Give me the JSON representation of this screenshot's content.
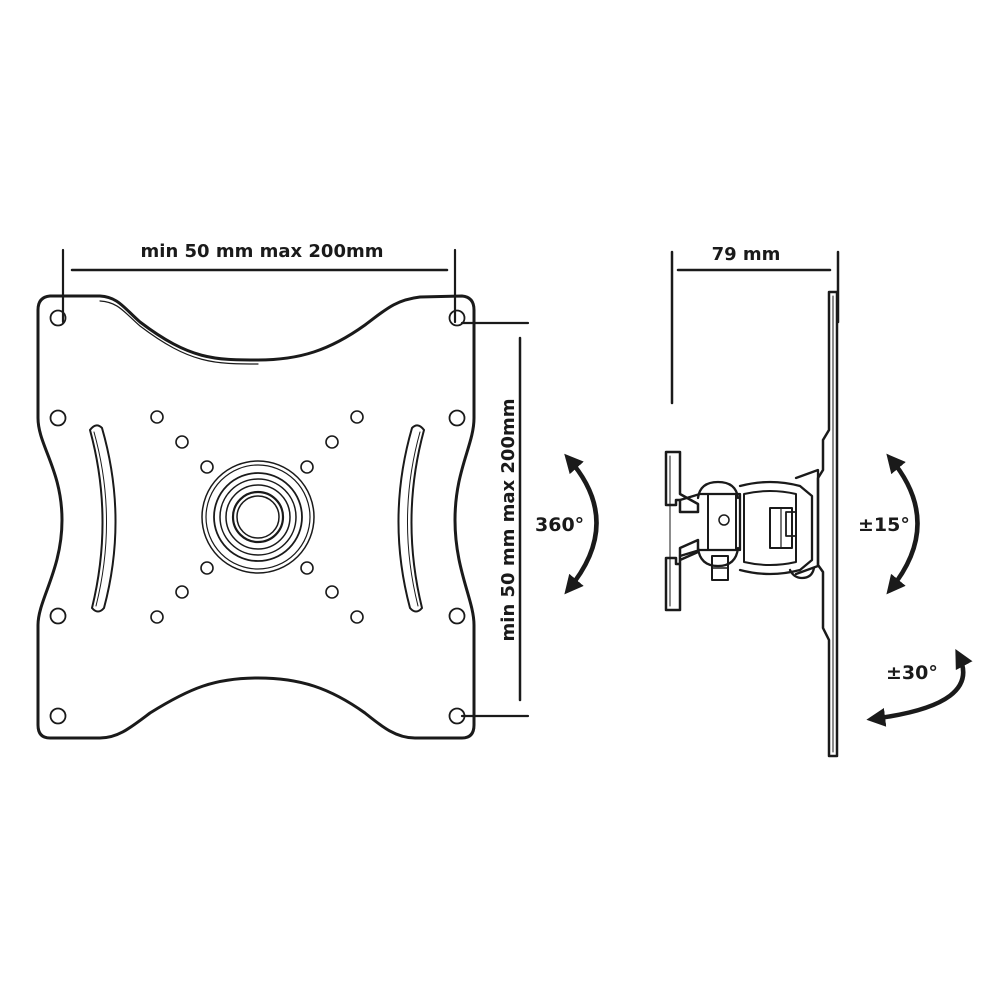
{
  "front_view": {
    "width_label": "min 50 mm max 200mm",
    "height_label": "min 50 mm max 200mm",
    "rotation_label": "360°"
  },
  "side_view": {
    "depth_label": "79 mm",
    "tilt_label": "±15°",
    "swivel_label": "±30°"
  },
  "colors": {
    "line": "#1a1a1a",
    "background": "#ffffff"
  }
}
